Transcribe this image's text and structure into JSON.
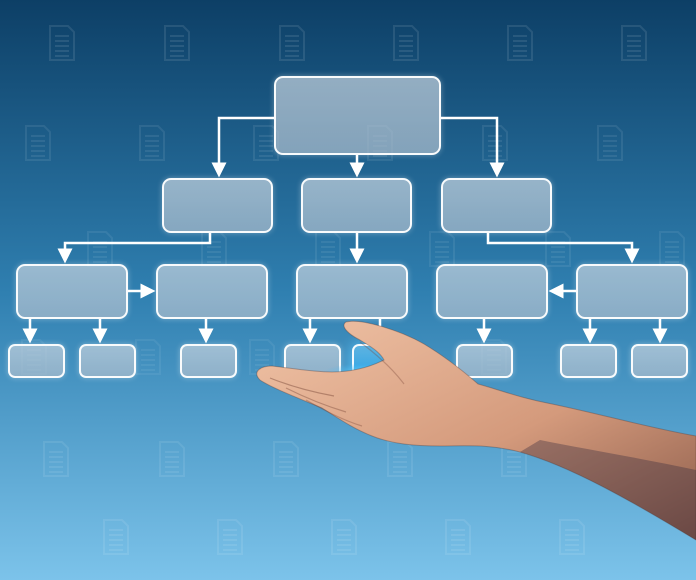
{
  "scene": {
    "description_colors": {
      "bg_top": "#0d3f66",
      "bg_mid": "#2f7fb0",
      "bg_bottom": "#7cc3ea",
      "box_fill": "#c6d3de",
      "box_border": "#ffffff",
      "glow": "#3cb4f5",
      "skin": "#d9a889"
    },
    "icons": [
      "document-icon"
    ],
    "chart_levels": 4,
    "nodes_per_level": [
      1,
      3,
      5,
      8
    ]
  }
}
